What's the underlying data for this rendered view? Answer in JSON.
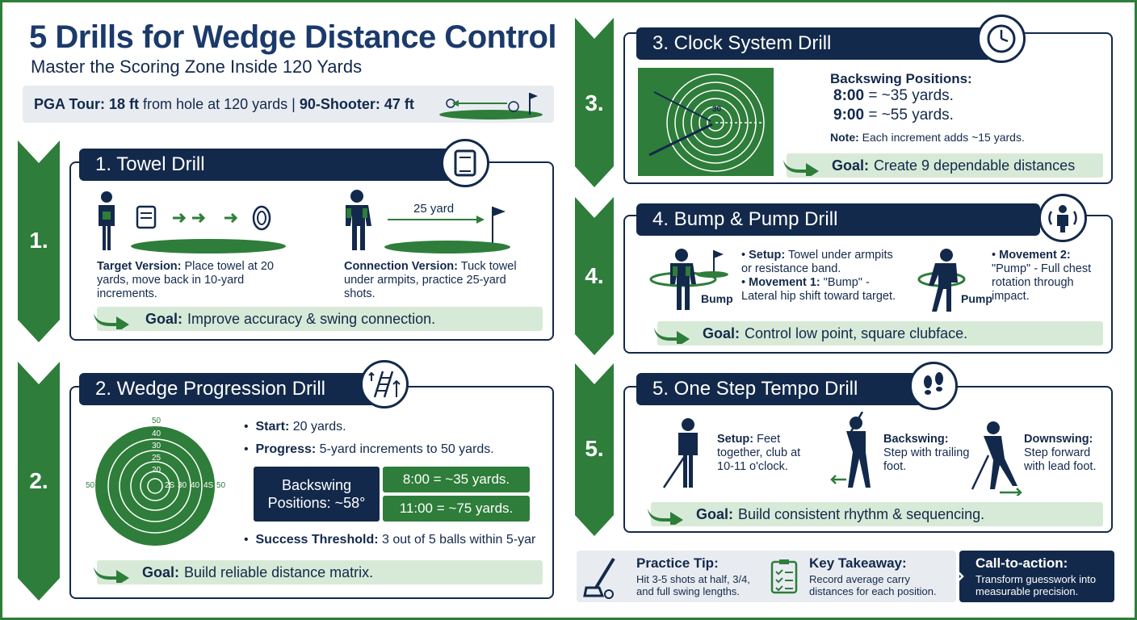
{
  "header": {
    "title": "5 Drills for Wedge Distance Control",
    "subtitle": "Master the Scoring Zone Inside 120 Yards",
    "stat_a_label": "PGA Tour:",
    "stat_a_value": "18 ft",
    "stat_a_rest": "from hole at 120 yards |",
    "stat_b_label": "90-Shooter:",
    "stat_b_value": "47 ft"
  },
  "drills": {
    "d1": {
      "number": "1.",
      "title": "1. Towel Drill",
      "target_label": "Target Version:",
      "target_text": "Place towel at 20 yards, move back in 10-yard increments.",
      "distance_label": "25 yard",
      "connection_label": "Connection Version:",
      "connection_text": "Tuck towel under armpits, practice 25-yard shots.",
      "goal_label": "Goal:",
      "goal_text": "Improve accuracy & swing connection."
    },
    "d2": {
      "number": "2.",
      "title": "2. Wedge Progression Drill",
      "rings": [
        "50",
        "40",
        "30",
        "25",
        "20"
      ],
      "ring_side": [
        "2S",
        "30",
        "40",
        "4S",
        "50"
      ],
      "ring_left": "50",
      "start_label": "Start:",
      "start_text": "20 yards.",
      "progress_label": "Progress:",
      "progress_text": "5-yard increments to 50 yards.",
      "bs_label": "Backswing Positions: ~58°",
      "bs_row1": "8:00 = ~35 yards.",
      "bs_row2": "11:00 = ~75 yards.",
      "success_label": "Success Threshold:",
      "success_text": "3 out of 5 balls within 5-yar",
      "goal_label": "Goal:",
      "goal_text": "Build reliable distance matrix."
    },
    "d3": {
      "number": "3.",
      "title": "3. Clock System Drill",
      "ring_label": "30",
      "bs_heading": "Backswing Positions:",
      "bs_row1_time": "8:00",
      "bs_row1_text": "= ~35 yards.",
      "bs_row2_time": "9:00",
      "bs_row2_text": "= ~55 yards.",
      "note_label": "Note:",
      "note_text": "Each increment adds ~15 yards.",
      "goal_label": "Goal:",
      "goal_text": "Create 9 dependable distances"
    },
    "d4": {
      "number": "4.",
      "title": "4. Bump & Pump Drill",
      "bump_label": "Bump",
      "setup_label": "Setup:",
      "setup_text": "Towel under armpits or resistance band.",
      "move1_label": "Movement 1:",
      "move1_text": "\"Bump\" - Lateral hip shift toward target.",
      "pump_label": "Pump",
      "move2_label": "Movement 2:",
      "move2_text": "\"Pump\" - Full chest rotation through impact.",
      "goal_label": "Goal:",
      "goal_text": "Control low point, square clubface."
    },
    "d5": {
      "number": "5.",
      "title": "5. One Step Tempo Drill",
      "setup_label": "Setup:",
      "setup_text": "Feet together, club at 10-11 o'clock.",
      "back_label": "Backswing:",
      "back_text": "Step with trailing foot.",
      "down_label": "Downswing:",
      "down_text": "Step forward with lead foot.",
      "goal_label": "Goal:",
      "goal_text": "Build consistent rhythm & sequencing."
    }
  },
  "footer": {
    "tip_title": "Practice Tip:",
    "tip_text": "Hit 3-5 shots at half, 3/4, and full swing lengths.",
    "takeaway_title": "Key Takeaway:",
    "takeaway_text": "Record average carry distances for each position.",
    "cta_title": "Call-to-action:",
    "cta_text": "Transform guesswork into measurable precision."
  },
  "colors": {
    "navy": "#13294b",
    "green": "#2e7d3a",
    "goal_bg": "#d7ead7"
  },
  "icons": [
    "towel-icon",
    "ladder-icon",
    "clock-icon",
    "rotation-icon",
    "footsteps-icon",
    "golf-club-icon",
    "checklist-icon",
    "flag-icon"
  ]
}
